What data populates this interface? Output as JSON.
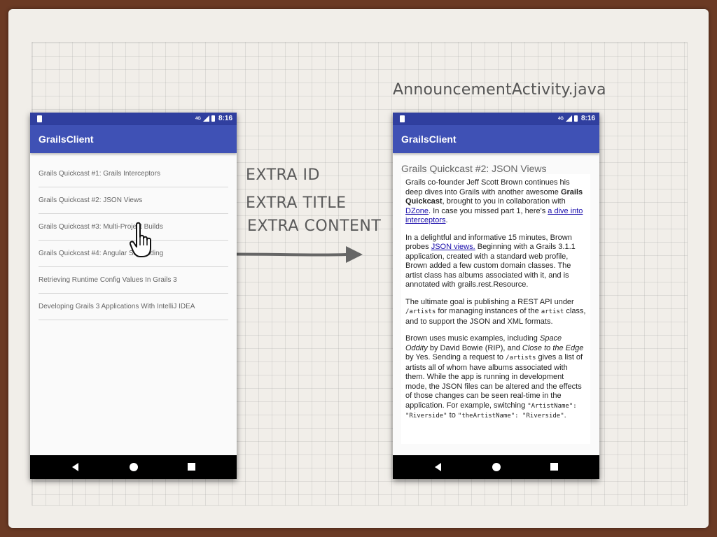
{
  "caption": "AnnouncementActivity.java",
  "extras": {
    "id": "EXTRA ID",
    "title": "EXTRA TITLE",
    "content": "EXTRA CONTENT"
  },
  "status_bar": {
    "network": "4G",
    "time": "8:16"
  },
  "left_phone": {
    "app_title": "GrailsClient",
    "items": [
      "Grails Quickcast #1: Grails Interceptors",
      "Grails Quickcast #2: JSON Views",
      "Grails Quickcast #3: Multi-Project Builds",
      "Grails Quickcast #4: Angular Scaffolding",
      "Retrieving Runtime Config Values In Grails 3",
      "Developing Grails 3 Applications With IntelliJ IDEA"
    ]
  },
  "right_phone": {
    "app_title": "GrailsClient",
    "detail_title": "Grails Quickcast #2: JSON Views",
    "p1": {
      "a": "Grails co-founder Jeff Scott Brown continues his deep dives into Grails with another awesome ",
      "b": "Grails Quickcast",
      "c": ", brought to you in collaboration with ",
      "link1": "DZone",
      "d": ". In case you missed part 1, here's ",
      "link2": "a dive into interceptors",
      "e": "."
    },
    "p2": {
      "a": "In a delightful and informative 15 minutes, Brown probes ",
      "link": "JSON views.",
      "b": " Beginning with a Grails 3.1.1 application, created with a standard web profile, Brown added a few custom domain classes. The artist class has albums associated with it, and is annotated with grails.rest.Resource."
    },
    "p3": {
      "a": "The ultimate goal is publishing a REST API under ",
      "code1": "/artists",
      "b": " for managing instances of the ",
      "code2": "artist",
      "c": " class, and to support the JSON and XML formats."
    },
    "p4": {
      "a": "Brown uses music examples, including ",
      "i1": "Space Oddity",
      "b": " by David Bowie (RIP), and ",
      "i2": "Close to the Edge",
      "c": " by Yes. Sending a request to ",
      "code1": "/artists",
      "d": " gives a list of artists all of whom have albums associated with them. While the app is running in development mode, the JSON files can be altered and the effects of those changes can be seen real-time in the application. For example, switching ",
      "code2": "\"ArtistName\": \"Riverside\"",
      "e": " to ",
      "code3": "\"theArtistName\": \"Riverside\"",
      "f": "."
    }
  },
  "colors": {
    "primary": "#3f51b5",
    "primary_dark": "#303f9f",
    "link": "#1a0dab"
  }
}
